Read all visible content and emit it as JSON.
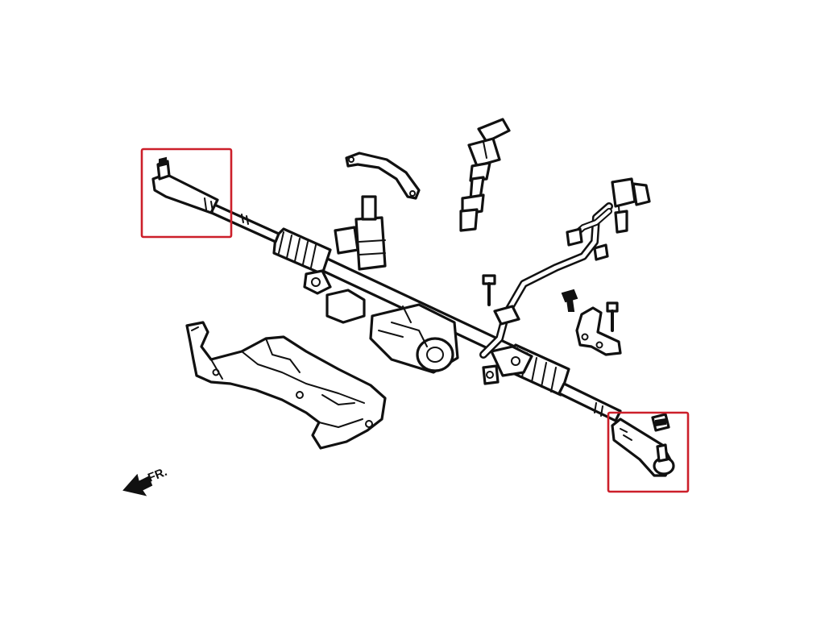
{
  "direction_indicator": {
    "label": "FR."
  },
  "highlight_color": "#cc1f2a",
  "ink_color": "#111111",
  "highlighted_parts": [
    "tie-rod-end-left",
    "tie-rod-end-right"
  ]
}
